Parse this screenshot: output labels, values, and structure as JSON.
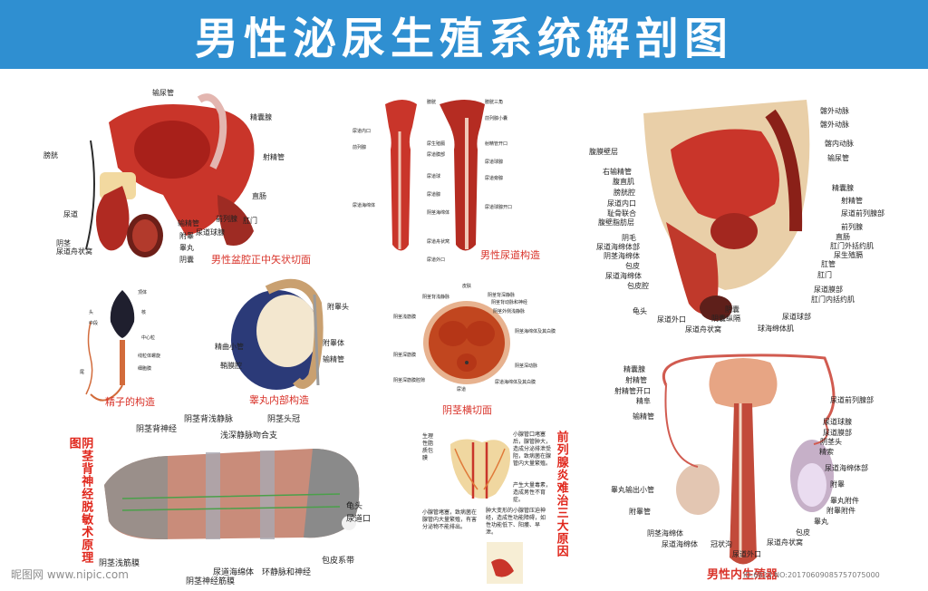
{
  "title": "男性泌尿生殖系统解剖图",
  "colors": {
    "banner": "#2f8fd1",
    "caption": "#d9342b",
    "tissue": "#c9352a"
  },
  "p1": {
    "caption": "男性盆腔正中矢状切面",
    "labels": [
      "输尿管",
      "精囊腺",
      "射精管",
      "膀胱",
      "直肠",
      "尿道",
      "输精管",
      "前列腺",
      "肛门",
      "尿道球腺",
      "附睾",
      "阴茎",
      "睾丸",
      "尿道舟状窝",
      "阴囊"
    ]
  },
  "p2": {
    "caption": "男性尿道构造",
    "labels": [
      "尿道内口",
      "膀胱",
      "前列腺",
      "尿生殖膈",
      "尿道膜部",
      "尿道球",
      "尿道海绵体",
      "阴茎海绵体",
      "尿道舟状窝",
      "尿道外口",
      "膀胱三角",
      "前列腺小囊",
      "射精管开口",
      "尿道球腺",
      "尿道旁腺",
      "尿道腺",
      "尿道球腺开口"
    ]
  },
  "p3": {
    "labels": [
      "髂外动脉",
      "髂外动脉",
      "髂内动脉",
      "输尿管",
      "腹膜壁层",
      "右输精管",
      "腹直肌",
      "膀胱腔",
      "尿道内口",
      "耻骨联合",
      "腹壁脂肪层",
      "精囊腺",
      "射精管",
      "尿道前列腺部",
      "前列腺",
      "直肠",
      "肛门外括约肌",
      "尿生殖膈",
      "肛管",
      "肛门",
      "尿道膜部",
      "肛门内括约肌",
      "阴毛",
      "尿道海绵体部",
      "阴茎海绵体",
      "包皮",
      "尿道海绵体",
      "包皮腔",
      "龟头",
      "尿道外口",
      "尿道舟状窝",
      "阴囊",
      "阴囊纵隔",
      "尿道球部",
      "球海绵体肌"
    ]
  },
  "p4": {
    "caption": "精子的构造",
    "labels": [
      "顶体",
      "核",
      "头",
      "中段",
      "中心粒",
      "线粒体螺旋",
      "细胞膜",
      "尾"
    ]
  },
  "p5": {
    "caption": "睾丸内部构造",
    "labels": [
      "附睾头",
      "精曲小管",
      "附睾体",
      "输精管",
      "鞘膜腔"
    ]
  },
  "p6": {
    "caption": "阴茎横切面",
    "labels": [
      "皮肤",
      "阴茎背深静脉",
      "阴茎背动脉和神经",
      "阴茎外侧浅静脉",
      "阴茎浅筋膜",
      "阴茎海绵体及其白膜",
      "阴茎深动脉",
      "阴茎深筋膜",
      "尿道海绵体及其白膜",
      "阴茎深筋膜腔隙",
      "尿道",
      "阴茎背浅静脉"
    ]
  },
  "p7": {
    "vtitle": "阴茎背神经脱敏术原理图",
    "labels": [
      "阴茎背神经",
      "阴茎背浅静脉",
      "阴茎头冠",
      "浅深静脉吻合支",
      "龟头",
      "尿道口",
      "包皮系带",
      "环静脉和神经",
      "尿道海绵体",
      "阴茎神经筋膜",
      "阴茎浅筋膜"
    ]
  },
  "p8": {
    "vtitle": "前列腺炎难治三大原因",
    "notes": [
      "生理性脂质包膜",
      "小腺管口堵塞后，腺管肿大，造成分泌排泄受阻，致病菌在腺管内大量繁殖。",
      "小腺管堵塞，致病菌在腺管内大量繁殖，有害分泌物不能排出。",
      "肿大变形的小腺管压迫神经，造成性功能障碍，如性功能低下、阳痿、早泄。",
      "产生大量毒素，造成男性不育症。"
    ]
  },
  "p9": {
    "caption": "男性内生殖器",
    "labels": [
      "精囊腺",
      "射精管",
      "射精管开口",
      "精阜",
      "输精管",
      "尿道前列腺部",
      "尿道球腺",
      "尿道膜部",
      "阴茎头",
      "精索",
      "尿道海绵体部",
      "附睾",
      "睾丸附件",
      "附睾附件",
      "睾丸",
      "睾丸输出小管",
      "附睾管",
      "阴茎海绵体",
      "尿道海绵体",
      "冠状沟",
      "包皮",
      "尿道舟状窝",
      "尿道外口"
    ]
  },
  "watermark": {
    "site": "昵图网 www.nipic.com",
    "id": "ID:6823 NO:20170609085757075000"
  }
}
